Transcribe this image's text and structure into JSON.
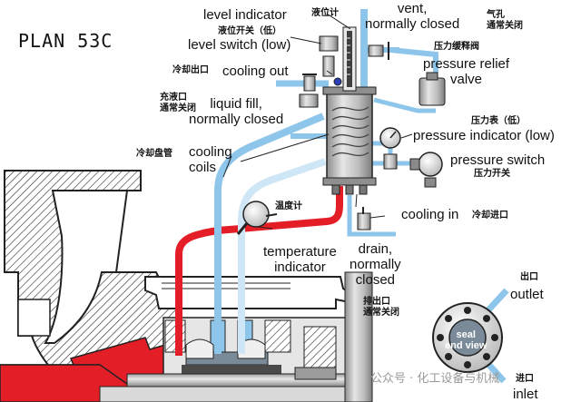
{
  "title": "PLAN 53C",
  "labels": {
    "level_indicator": "level indicator",
    "level_indicator_cn": "液位计",
    "level_switch_cn": "液位开关（低）",
    "level_switch": "level switch (low)",
    "vent": "vent,\nnormally closed",
    "vent_cn": "气孔\n通常关闭",
    "cooling_out_cn": "冷却出口",
    "cooling_out": "cooling out",
    "relief_cn": "压力缓释阀",
    "relief": "pressure relief\nvalve",
    "liquid_fill_cn": "充液口\n通常关闭",
    "liquid_fill": "liquid fill,\nnormally closed",
    "pressure_ind_cn": "压力表（低）",
    "pressure_ind": "pressure indicator (low)",
    "cooling_coils_cn": "冷却盘管",
    "cooling_coils": "cooling\ncoils",
    "pressure_switch": "pressure switch",
    "pressure_switch_cn": "压力开关",
    "temp_cn": "温度计",
    "temp": "temperature\nindicator",
    "cooling_in": "cooling in",
    "cooling_in_cn": "冷却进口",
    "drain": "drain,\nnormally\nclosed",
    "drain_cn": "排出口\n通常关闭",
    "outlet_cn": "出口",
    "outlet": "outlet",
    "seal_end_view": "seal\nend view",
    "inlet_cn": "进口",
    "inlet": "inlet"
  },
  "watermark": "公众号 · 化工设备与机械",
  "colors": {
    "cooling_line": "#8ec5ea",
    "cooling_line_light": "#cfe6f6",
    "hot_line": "#e41e26",
    "metal": "#bfbfbf",
    "metal_dark": "#6f6f6f",
    "seal_face": "#7a8a99"
  }
}
